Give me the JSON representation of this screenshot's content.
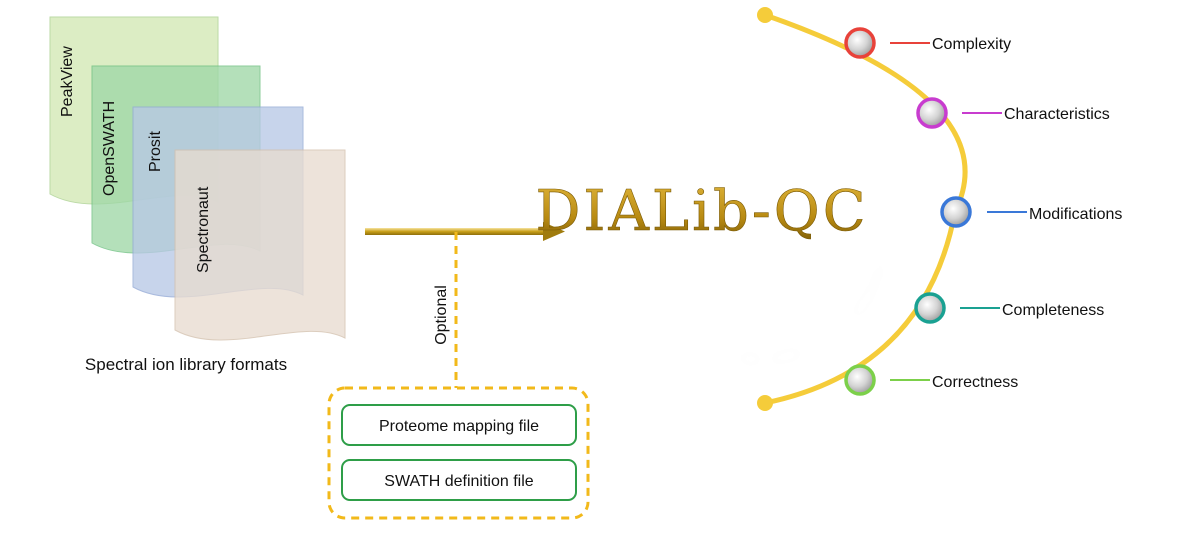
{
  "library": {
    "formats": [
      {
        "label": "PeakView",
        "fill": "#d3e8b4",
        "edge": "#a9d08e"
      },
      {
        "label": "OpenSWATH",
        "fill": "#9fd8a7",
        "edge": "#6cbf80"
      },
      {
        "label": "Prosit",
        "fill": "#b8c8e6",
        "edge": "#93a9d6"
      },
      {
        "label": "Spectronaut",
        "fill": "#e8dcd0",
        "edge": "#d3c0ad"
      }
    ],
    "caption": "Spectral ion library formats"
  },
  "optional": {
    "label": "Optional",
    "files": [
      "Proteome mapping file",
      "SWATH definition file"
    ],
    "dash_color": "#f2b91a",
    "box_color": "#2e9e48"
  },
  "title": {
    "text": "DIALib-QC",
    "color": "#b88a12"
  },
  "arc_color": "#f5cc3a",
  "criteria": [
    {
      "label": "Complexity",
      "color": "#e8423a"
    },
    {
      "label": "Characteristics",
      "color": "#c83ccf"
    },
    {
      "label": "Modifications",
      "color": "#3a78d8"
    },
    {
      "label": "Completeness",
      "color": "#1aa192"
    },
    {
      "label": "Correctness",
      "color": "#7cd04a"
    }
  ]
}
